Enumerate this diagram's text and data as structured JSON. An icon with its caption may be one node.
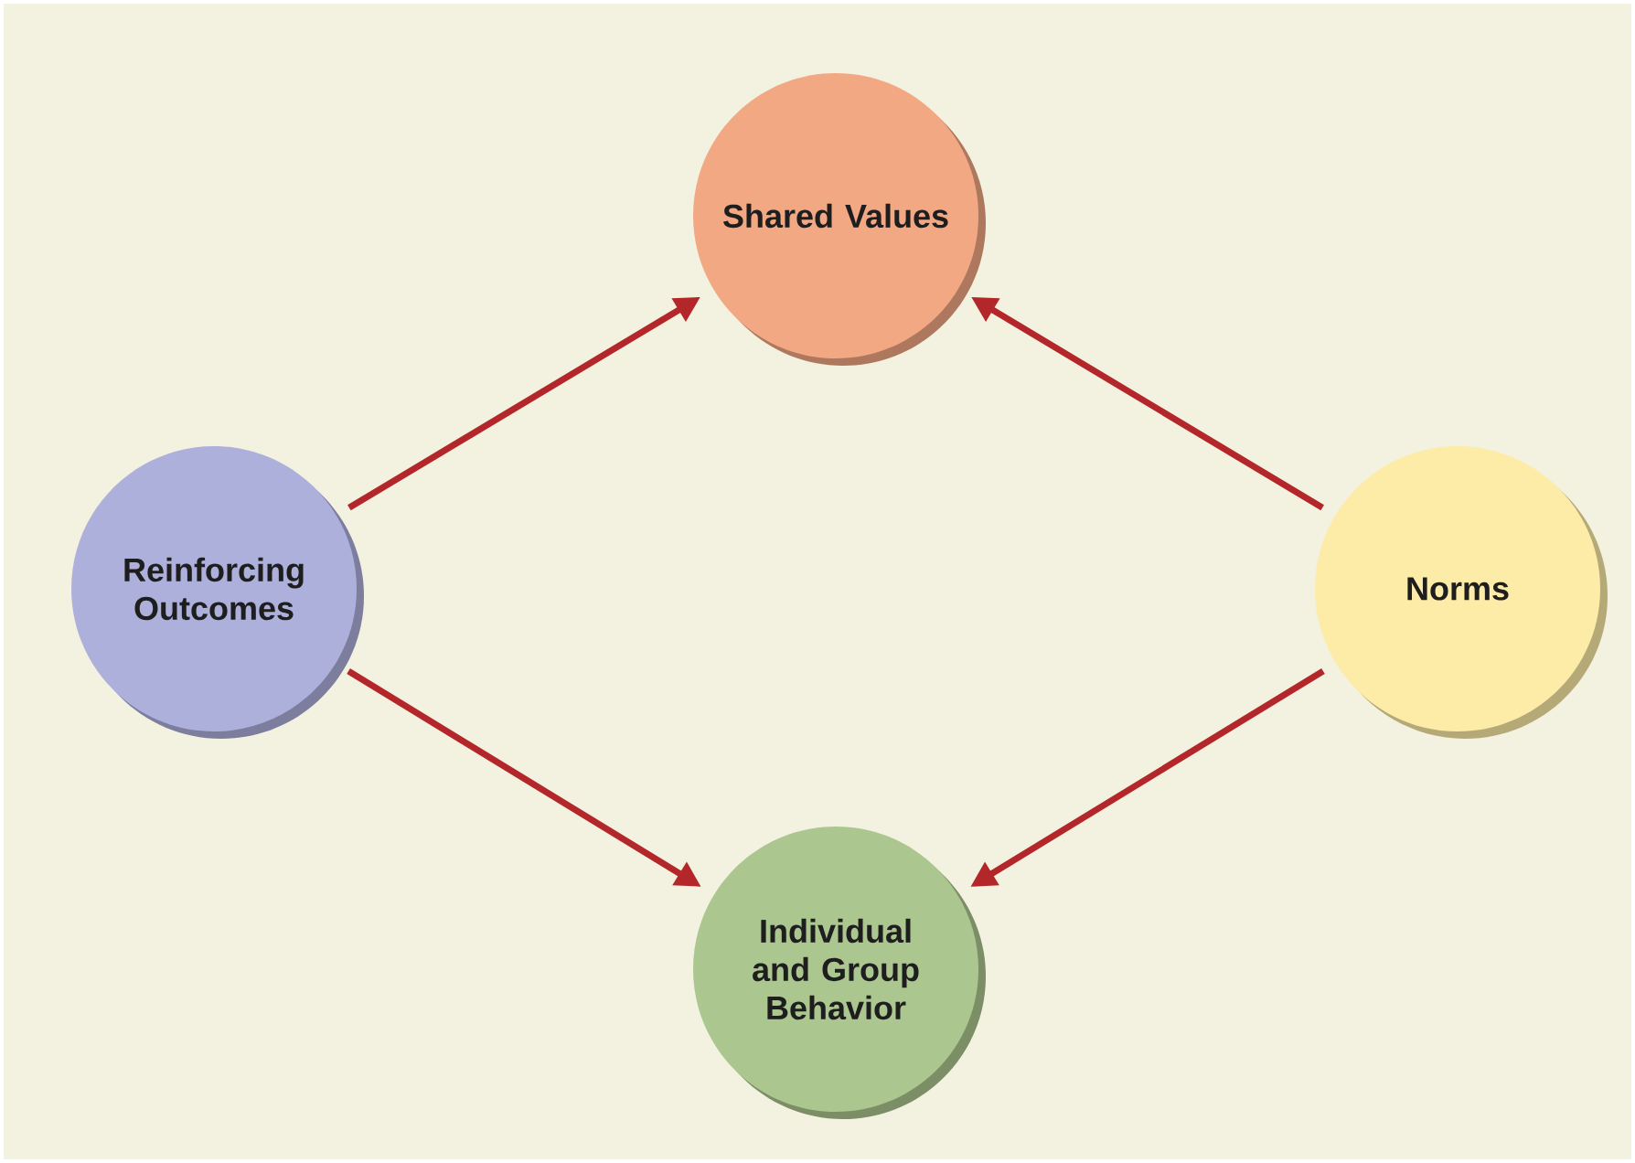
{
  "diagram": {
    "nodes": [
      {
        "text": [
          "Shared Values"
        ]
      },
      {
        "text": [
          "Reinforcing Outcomes"
        ]
      },
      {
        "text": [
          "Norms"
        ]
      },
      {
        "text": [
          "Individual and Group Behavior"
        ]
      }
    ],
    "edges": [
      {
        "from": 1,
        "to": 0,
        "arrow": "to"
      },
      {
        "from": 2,
        "to": 0,
        "arrow": "to"
      },
      {
        "from": 1,
        "to": 3,
        "arrow": "to"
      },
      {
        "from": 2,
        "to": 3,
        "arrow": "to"
      }
    ]
  }
}
